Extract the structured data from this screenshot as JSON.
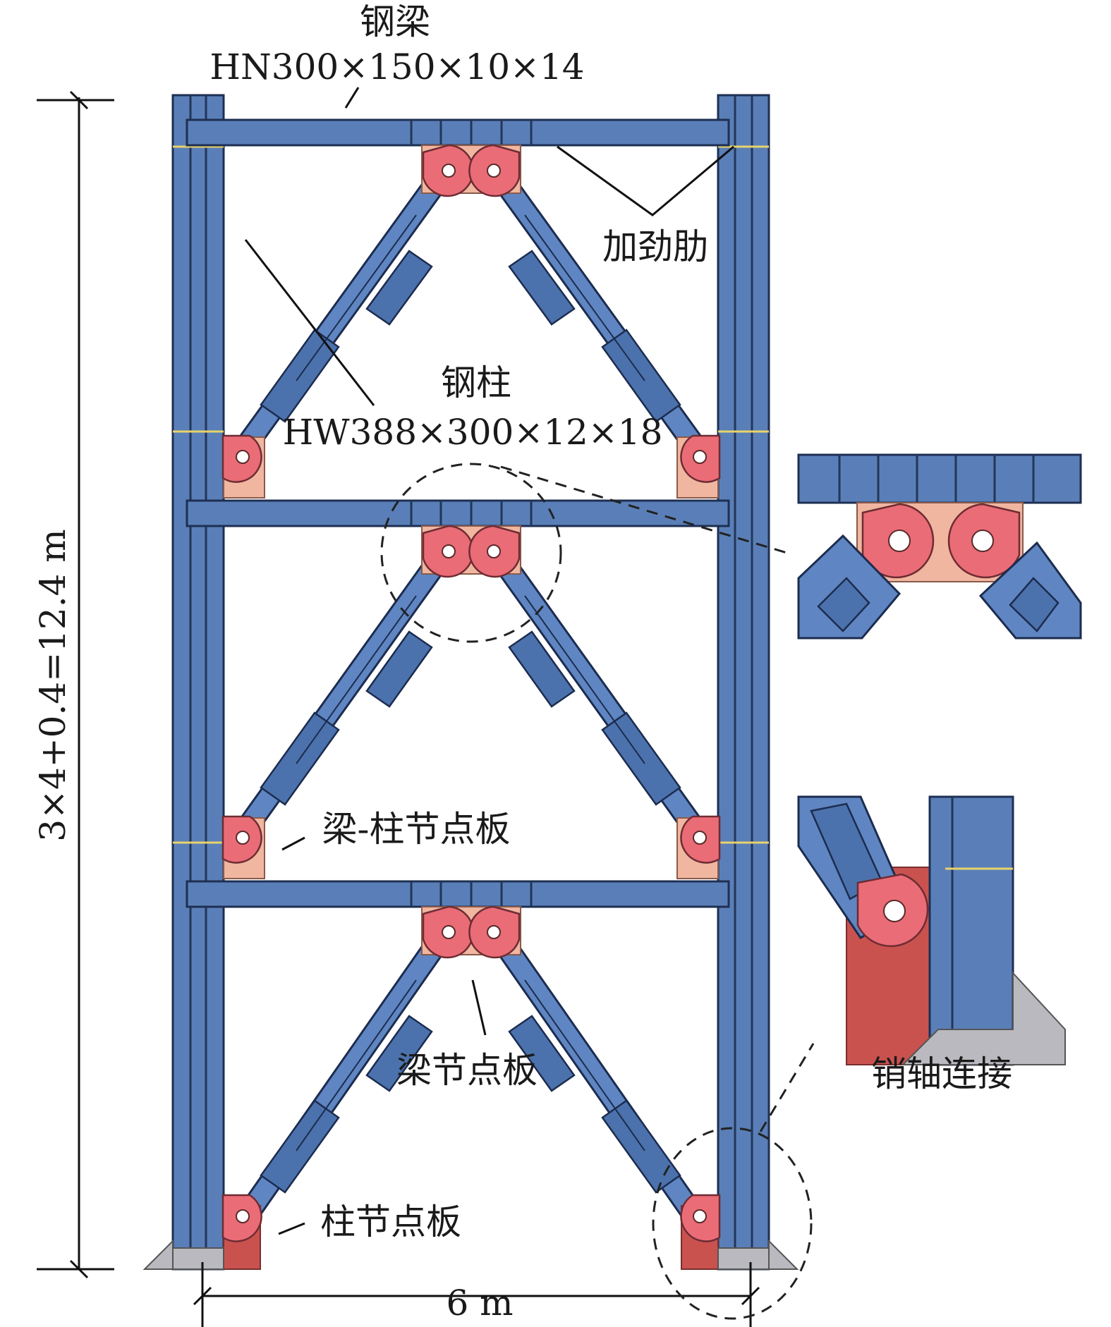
{
  "labels": {
    "steel_beam_name": "钢梁",
    "steel_beam_section": "HN300×150×10×14",
    "stiffener": "加劲肋",
    "steel_column_name": "钢柱",
    "steel_column_section": "HW388×300×12×18",
    "beam_column_gusset": "梁-柱节点板",
    "beam_gusset": "梁节点板",
    "column_gusset": "柱节点板",
    "pin_connection": "销轴连接",
    "height_dimension": "3×4+0.4=12.4 m",
    "width_dimension": "6 m"
  },
  "colors": {
    "steel": "#5a7fb8",
    "gusset_plate": "#f0b6a0",
    "pin_lug": "#ea6c77",
    "column_gusset_dark": "#c9524f",
    "base_plate": "#b9b9bf"
  }
}
